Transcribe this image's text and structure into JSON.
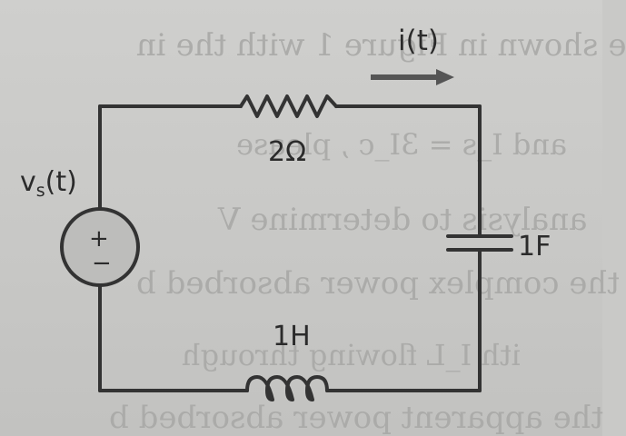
{
  "circuit": {
    "source_label": "v",
    "source_subscript": "s",
    "source_arg": "(t)",
    "source_plus": "+",
    "source_minus": "−",
    "resistor_label": "2Ω",
    "capacitor_label": "1F",
    "inductor_label": "1H",
    "current_label": "i(t)"
  },
  "background_text": [
    "e shown in Figure 1 with the in",
    "and I_s = 3I_c , please",
    "analysis to determine V",
    "the complex power absorbed b",
    "ith I_L flowing through",
    "the apparent power absorbed b"
  ],
  "colors": {
    "wire": "#333333",
    "paper": "#cbcbc9",
    "source_fill": "#bdbdbb"
  }
}
